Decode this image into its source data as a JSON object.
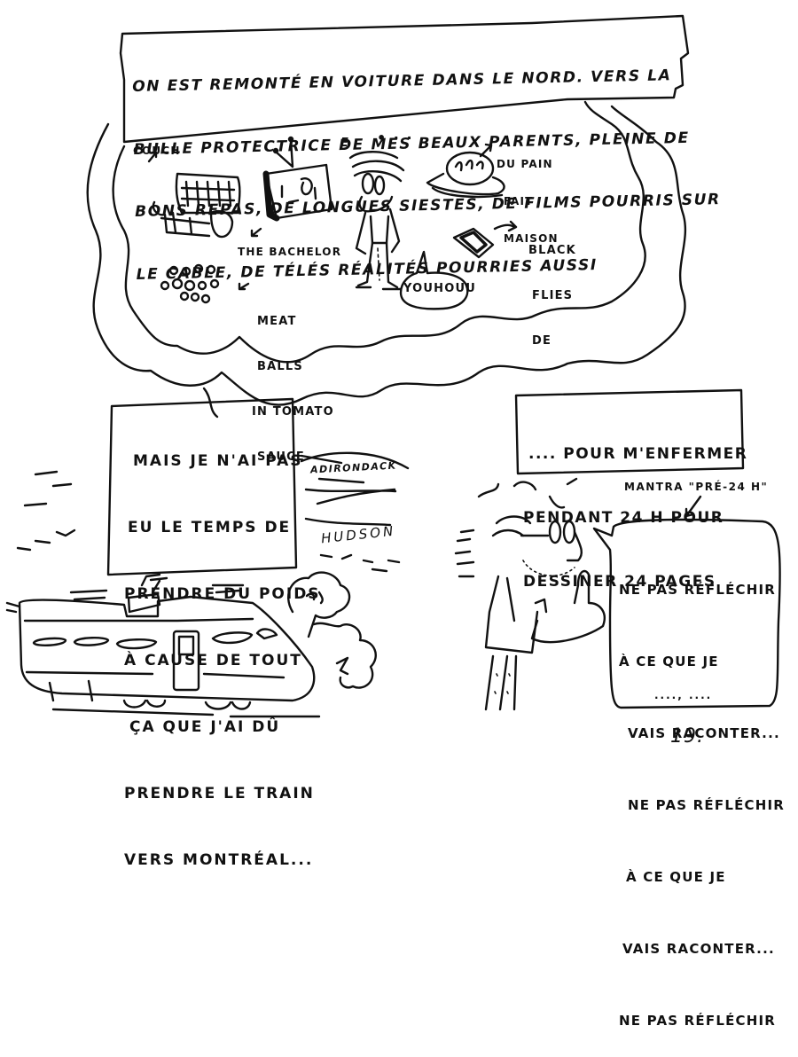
{
  "page": {
    "type": "comic-page",
    "page_number": "19.",
    "style": "black ink hand-drawn on white"
  },
  "panel_top": {
    "caption": {
      "lines": [
        "ON EST REMONTÉ EN VOITURE DANS LE NORD. VERS LA",
        "BULLE PROTECTRICE DE MES BEAUX PARENTS, PLEINE DE",
        "BONS REPAS, DE LONGUES SIESTES, DE FILMS POURRIS SUR",
        "LE CABLE, DE TÉLÉS RÉALITÉS POURRIES AUSSI"
      ]
    },
    "thought_bubble": {
      "labels": {
        "couch": "COUCH",
        "bachelor": "THE BACHELOR",
        "pain": [
          "DU PAIN",
          "FAIT",
          "MAISON"
        ],
        "flies": [
          "BLACK",
          "FLIES",
          "DE"
        ],
        "meatballs": [
          "MEAT",
          "BALLS",
          "IN TOMATO",
          "SAUCE"
        ],
        "speech": "YOUHOUU",
        "thought_marks": "• · ·",
        "thought_e": "e"
      },
      "icons": [
        "couch-icon",
        "tv-icon",
        "bread-icon",
        "fly-trap-icon",
        "meatballs-icon",
        "character-standing"
      ]
    }
  },
  "panel_bottom_left": {
    "caption": {
      "lines": [
        "MAIS JE N'AI PAS",
        "EU LE TEMPS DE",
        "PRENDRE DU POIDS",
        "À CAUSE DE TOUT",
        "ÇA QUE J'AI DÛ",
        "PRENDRE LE TRAIN",
        "VERS MONTRÉAL..."
      ]
    },
    "labels": {
      "mountains": "ADIRONDACK",
      "river": "HUDSON"
    },
    "icons": [
      "train",
      "smoke-cloud",
      "mountains",
      "river-waves"
    ]
  },
  "panel_bottom_right": {
    "caption": {
      "lines": [
        ".... POUR M'ENFERMER",
        "PENDANT 24 H POUR",
        "DESSINER 24 PAGES"
      ]
    },
    "mantra_label": "MANTRA \"PRÉ-24 H\"",
    "speech_bubble": {
      "lines": [
        "NE PAS RÉFLÉCHIR",
        "À CE QUE JE",
        "VAIS RACONTER...",
        "NE PAS RÉFLÉCHIR",
        "À CE QUE JE",
        "VAIS RACONTER...",
        "NE PAS RÉFLÉCHIR"
      ],
      "trailing": "...., ...."
    },
    "icons": [
      "character-with-glasses-holding-phone"
    ]
  }
}
